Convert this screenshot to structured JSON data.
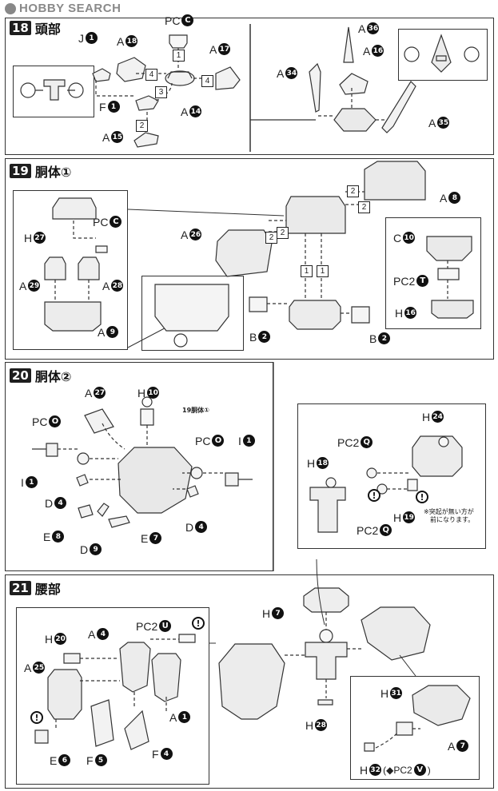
{
  "watermark": "HOBBY SEARCH",
  "sections": [
    {
      "num": "18",
      "title": "頭部"
    },
    {
      "num": "19",
      "title": "胴体①"
    },
    {
      "num": "20",
      "title": "胴体②"
    },
    {
      "num": "21",
      "title": "腰部"
    }
  ],
  "s18": {
    "pc_c": {
      "runner": "PC",
      "part": "C"
    },
    "j1": {
      "runner": "J",
      "part": "1"
    },
    "a18": {
      "runner": "A",
      "part": "18"
    },
    "a17": {
      "runner": "A",
      "part": "17"
    },
    "f1": {
      "runner": "F",
      "part": "1"
    },
    "a14": {
      "runner": "A",
      "part": "14"
    },
    "a15": {
      "runner": "A",
      "part": "15"
    },
    "a36": {
      "runner": "A",
      "part": "36"
    },
    "a16": {
      "runner": "A",
      "part": "16"
    },
    "a34": {
      "runner": "A",
      "part": "34"
    },
    "a35": {
      "runner": "A",
      "part": "35"
    },
    "steps": [
      "1",
      "4",
      "4",
      "3",
      "2"
    ]
  },
  "s19": {
    "h27": {
      "runner": "H",
      "part": "27"
    },
    "pc_c": {
      "runner": "PC",
      "part": "C"
    },
    "a29": {
      "runner": "A",
      "part": "29"
    },
    "a28": {
      "runner": "A",
      "part": "28"
    },
    "a9": {
      "runner": "A",
      "part": "9"
    },
    "a26": {
      "runner": "A",
      "part": "26"
    },
    "a8": {
      "runner": "A",
      "part": "8"
    },
    "c10": {
      "runner": "C",
      "part": "10"
    },
    "pc2_t": {
      "runner": "PC2",
      "part": "T"
    },
    "h16": {
      "runner": "H",
      "part": "16"
    },
    "b2a": {
      "runner": "B",
      "part": "2"
    },
    "b2b": {
      "runner": "B",
      "part": "2"
    },
    "steps": [
      "2",
      "2",
      "2",
      "2",
      "1",
      "1"
    ]
  },
  "s20": {
    "a27": {
      "runner": "A",
      "part": "27"
    },
    "h10": {
      "runner": "H",
      "part": "10"
    },
    "ref": "19胴体①",
    "pc_o1": {
      "runner": "PC",
      "part": "O"
    },
    "pc_o2": {
      "runner": "PC",
      "part": "O"
    },
    "i1a": {
      "runner": "I",
      "part": "1"
    },
    "i1b": {
      "runner": "I",
      "part": "1"
    },
    "d4a": {
      "runner": "D",
      "part": "4"
    },
    "d4b": {
      "runner": "D",
      "part": "4"
    },
    "e8": {
      "runner": "E",
      "part": "8"
    },
    "d9": {
      "runner": "D",
      "part": "9"
    },
    "e7": {
      "runner": "E",
      "part": "7"
    },
    "h24": {
      "runner": "H",
      "part": "24"
    },
    "pc2_q1": {
      "runner": "PC2",
      "part": "Q"
    },
    "pc2_q2": {
      "runner": "PC2",
      "part": "Q"
    },
    "h18": {
      "runner": "H",
      "part": "18"
    },
    "h19": {
      "runner": "H",
      "part": "19"
    },
    "note_line1": "※突起が無い方が",
    "note_line2": "前になります。"
  },
  "s21": {
    "h20": {
      "runner": "H",
      "part": "20"
    },
    "a4": {
      "runner": "A",
      "part": "4"
    },
    "pc2_u": {
      "runner": "PC2",
      "part": "U"
    },
    "a25": {
      "runner": "A",
      "part": "25"
    },
    "a1": {
      "runner": "A",
      "part": "1"
    },
    "e6": {
      "runner": "E",
      "part": "6"
    },
    "f5": {
      "runner": "F",
      "part": "5"
    },
    "f4": {
      "runner": "F",
      "part": "4"
    },
    "h7": {
      "runner": "H",
      "part": "7"
    },
    "h28": {
      "runner": "H",
      "part": "28"
    },
    "h31": {
      "runner": "H",
      "part": "31"
    },
    "a7": {
      "runner": "A",
      "part": "7"
    },
    "h32": {
      "runner": "H",
      "part": "32"
    },
    "h32_alt": "(◆PC2",
    "h32_alt_part": "V",
    "h32_alt_close": ")"
  },
  "warning_glyph": "!"
}
